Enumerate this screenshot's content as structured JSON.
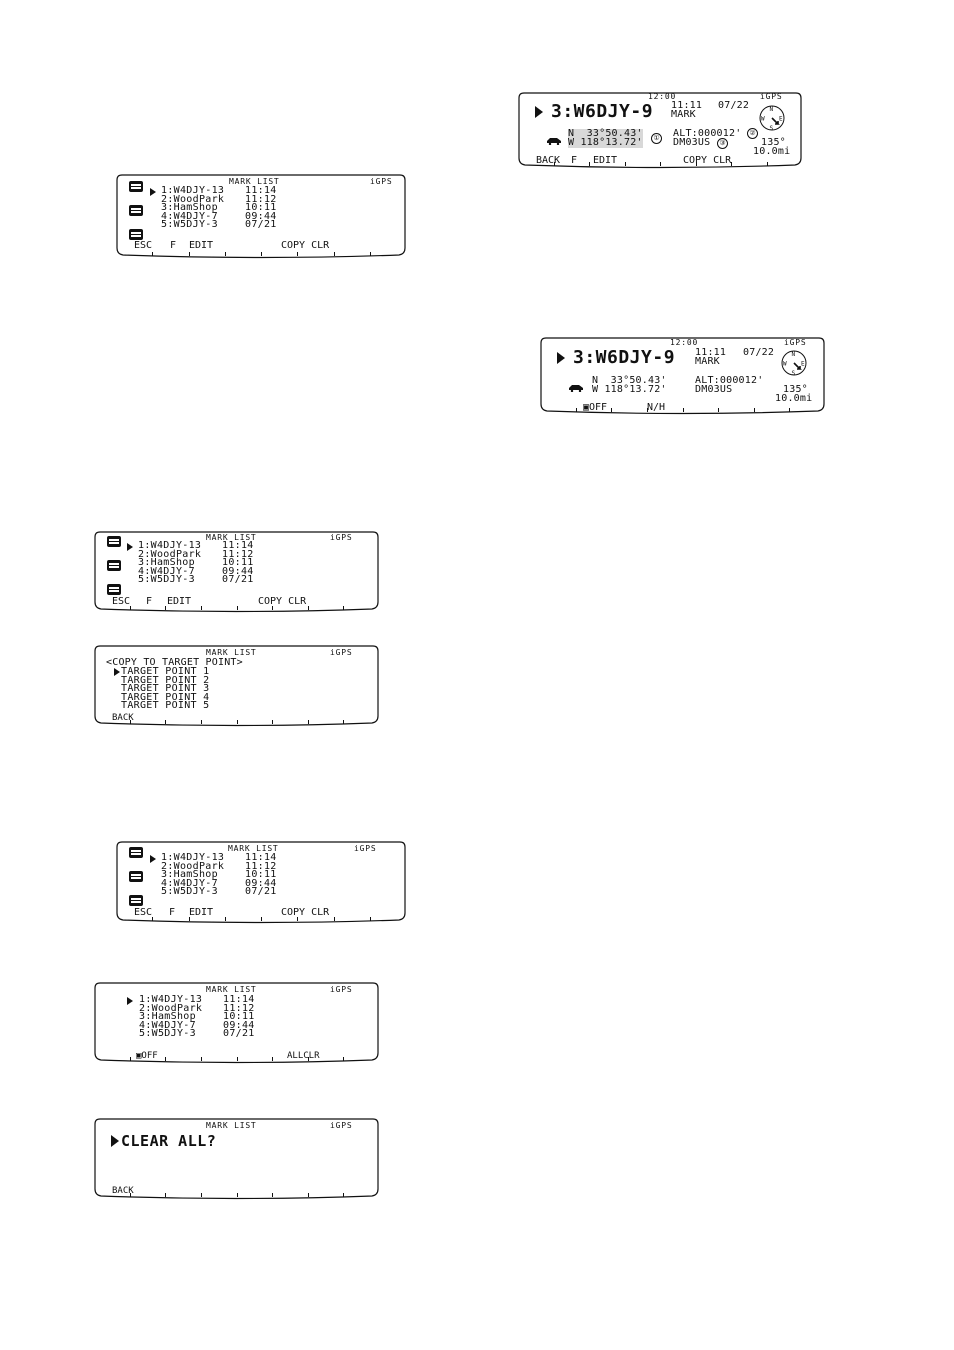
{
  "mark_list_rows": [
    {
      "no": "1",
      "name": "W4DJY-13",
      "time": "11:14"
    },
    {
      "no": "2",
      "name": "WoodPark",
      "time": "11:12"
    },
    {
      "no": "3",
      "name": "HamShop",
      "time": "10:11"
    },
    {
      "no": "4",
      "name": "W4DJY-7",
      "time": "09:44"
    },
    {
      "no": "5",
      "name": "W5DJY-3",
      "time": "07/21"
    }
  ],
  "screen1": {
    "header": "MARK LIST",
    "gps": "iGPS",
    "softkeys": [
      "ESC",
      "F",
      "EDIT",
      "COPY CLR"
    ]
  },
  "screen2": {
    "clock": "12:00",
    "gps": "iGPS",
    "station": "3:W6DJY-9",
    "time": "11:11",
    "date": "07/22",
    "label": "MARK",
    "lat": "N  33°50.43'",
    "lon": "W 118°13.72'",
    "alt": "ALT:000012'",
    "grid": "DM03US",
    "bearing": "135°",
    "distance": "10.0mi",
    "callout1": "①",
    "callout2": "②",
    "callout3": "③",
    "softkeys": [
      "BACK",
      "F",
      "EDIT",
      "COPY CLR"
    ]
  },
  "screen3": {
    "clock": "12:00",
    "gps": "iGPS",
    "station": "3:W6DJY-9",
    "time": "11:11",
    "date": "07/22",
    "label": "MARK",
    "lat": "N  33°50.43'",
    "lon": "W 118°13.72'",
    "alt": "ALT:000012'",
    "grid": "DM03US",
    "bearing": "135°",
    "distance": "10.0mi",
    "softkeys": [
      "▣OFF",
      "N/H"
    ]
  },
  "screen4": {
    "header": "MARK LIST",
    "gps": "iGPS",
    "softkeys": [
      "ESC",
      "F",
      "EDIT",
      "COPY CLR"
    ]
  },
  "screen5": {
    "header": "MARK LIST",
    "gps": "iGPS",
    "title": "<COPY TO TARGET POINT>",
    "items": [
      "TARGET POINT 1",
      "TARGET POINT 2",
      "TARGET POINT 3",
      "TARGET POINT 4",
      "TARGET POINT 5"
    ],
    "softkeys": [
      "BACK"
    ]
  },
  "screen6": {
    "header": "MARK LIST",
    "gps": "iGPS",
    "softkeys": [
      "ESC",
      "F",
      "EDIT",
      "COPY CLR"
    ]
  },
  "screen7": {
    "header": "MARK LIST",
    "gps": "iGPS",
    "softkeys": [
      "▣OFF",
      "ALLCLR"
    ]
  },
  "screen8": {
    "header": "MARK LIST",
    "gps": "iGPS",
    "prompt": "CLEAR ALL?",
    "softkeys": [
      "BACK"
    ]
  }
}
